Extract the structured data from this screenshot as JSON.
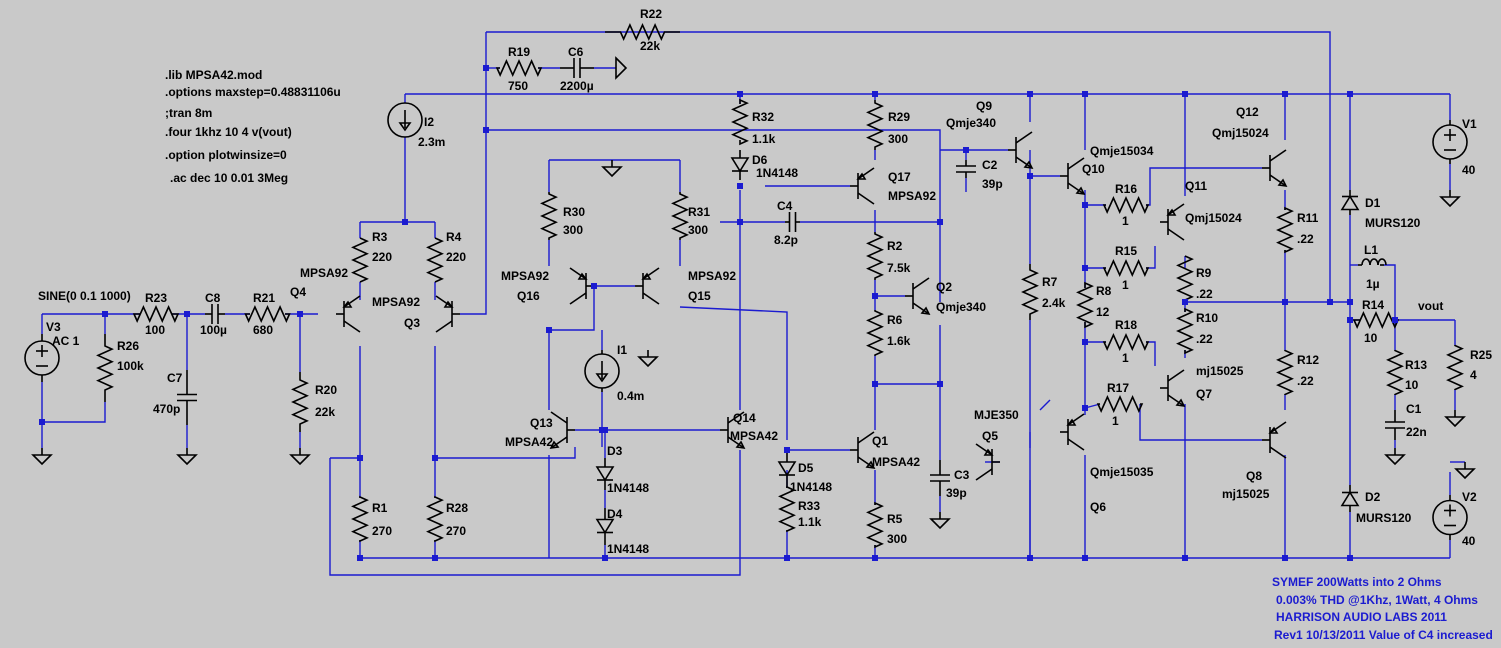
{
  "directives": [
    ".lib MPSA42.mod",
    ".options maxstep=0.48831106u",
    ";tran 8m",
    ".four 1khz 10 4 v(vout)",
    ".option plotwinsize=0",
    ".ac dec 10 0.01 3Meg"
  ],
  "notes": [
    "SYMEF 200Watts into 2 Ohms",
    "0.003% THD @1Khz, 1Watt, 4 Ohms",
    "HARRISON AUDIO LABS 2011",
    "Rev1 10/13/2011 Value of C4 increased"
  ],
  "source_spec": "SINE(0 0.1 1000)",
  "net_label": "vout",
  "components": {
    "R22": {
      "name": "R22",
      "value": "22k"
    },
    "R19": {
      "name": "R19",
      "value": "750"
    },
    "C6": {
      "name": "C6",
      "value": "2200µ"
    },
    "I2": {
      "name": "I2",
      "value": "2.3m"
    },
    "R32": {
      "name": "R32",
      "value": "1.1k"
    },
    "D6": {
      "name": "D6",
      "value": "1N4148"
    },
    "R29": {
      "name": "R29",
      "value": "300"
    },
    "Q17": {
      "name": "Q17",
      "value": "MPSA92"
    },
    "Q9": {
      "name": "Q9",
      "value": "Qmje340"
    },
    "C2": {
      "name": "C2",
      "value": "39p"
    },
    "Q10": {
      "name": "Q10",
      "value": "Qmje15034"
    },
    "Q12": {
      "name": "Q12",
      "value": "Qmj15024"
    },
    "V1": {
      "name": "V1",
      "value": "40"
    },
    "R30": {
      "name": "R30",
      "value": "300"
    },
    "R31": {
      "name": "R31",
      "value": "300"
    },
    "C4": {
      "name": "C4",
      "value": "8.2p"
    },
    "R16": {
      "name": "R16",
      "value": "1"
    },
    "Q11": {
      "name": "Q11",
      "value": "Qmj15024"
    },
    "R11": {
      "name": "R11",
      "value": ".22"
    },
    "D1": {
      "name": "D1",
      "value": "MURS120"
    },
    "R3": {
      "name": "R3",
      "value": "220"
    },
    "R4": {
      "name": "R4",
      "value": "220"
    },
    "R2": {
      "name": "R2",
      "value": "7.5k"
    },
    "R15": {
      "name": "R15",
      "value": "1"
    },
    "L1": {
      "name": "L1",
      "value": "1µ"
    },
    "Q4": {
      "name": "Q4",
      "value": "MPSA92"
    },
    "Q3": {
      "name": "Q3",
      "value": "MPSA92"
    },
    "Q16": {
      "name": "Q16",
      "value": "MPSA92"
    },
    "Q15": {
      "name": "Q15",
      "value": "MPSA92"
    },
    "Q2": {
      "name": "Q2",
      "value": "Qmje340"
    },
    "R7": {
      "name": "R7",
      "value": "2.4k"
    },
    "R9": {
      "name": "R9",
      "value": ".22"
    },
    "R14": {
      "name": "R14",
      "value": "10"
    },
    "R23": {
      "name": "R23",
      "value": "100"
    },
    "C8": {
      "name": "C8",
      "value": "100µ"
    },
    "R21": {
      "name": "R21",
      "value": "680"
    },
    "R8": {
      "name": "R8",
      "value": "12"
    },
    "R10": {
      "name": "R10",
      "value": ".22"
    },
    "V3": {
      "name": "V3",
      "value": "AC 1"
    },
    "R26": {
      "name": "R26",
      "value": "100k"
    },
    "R6": {
      "name": "R6",
      "value": "1.6k"
    },
    "R18": {
      "name": "R18",
      "value": "1"
    },
    "R25": {
      "name": "R25",
      "value": "4"
    },
    "I1": {
      "name": "I1",
      "value": "0.4m"
    },
    "R13": {
      "name": "R13",
      "value": "10"
    },
    "C7": {
      "name": "C7",
      "value": "470p"
    },
    "R20": {
      "name": "R20",
      "value": "22k"
    },
    "Q7": {
      "name": "Q7",
      "value": "mj15025"
    },
    "R12": {
      "name": "R12",
      "value": ".22"
    },
    "C1": {
      "name": "C1",
      "value": "22n"
    },
    "R17": {
      "name": "R17",
      "value": "1"
    },
    "Q5": {
      "name": "Q5",
      "value": "MJE350"
    },
    "Q13": {
      "name": "Q13",
      "value": "MPSA42"
    },
    "Q14": {
      "name": "Q14",
      "value": "MPSA42"
    },
    "D3": {
      "name": "D3",
      "value": "1N4148"
    },
    "Q1": {
      "name": "Q1",
      "value": "MPSA42"
    },
    "D5": {
      "name": "D5",
      "value": "1N4148"
    },
    "R33": {
      "name": "R33",
      "value": "1.1k"
    },
    "C3": {
      "name": "C3",
      "value": "39p"
    },
    "Q6": {
      "name": "Q6",
      "value": "Qmje15035"
    },
    "Q8": {
      "name": "Q8",
      "value": "mj15025"
    },
    "V2": {
      "name": "V2",
      "value": "40"
    },
    "D2": {
      "name": "D2",
      "value": "MURS120"
    },
    "R1": {
      "name": "R1",
      "value": "270"
    },
    "R28": {
      "name": "R28",
      "value": "270"
    },
    "D4": {
      "name": "D4",
      "value": "1N4148"
    },
    "R5": {
      "name": "R5",
      "value": "300"
    }
  }
}
